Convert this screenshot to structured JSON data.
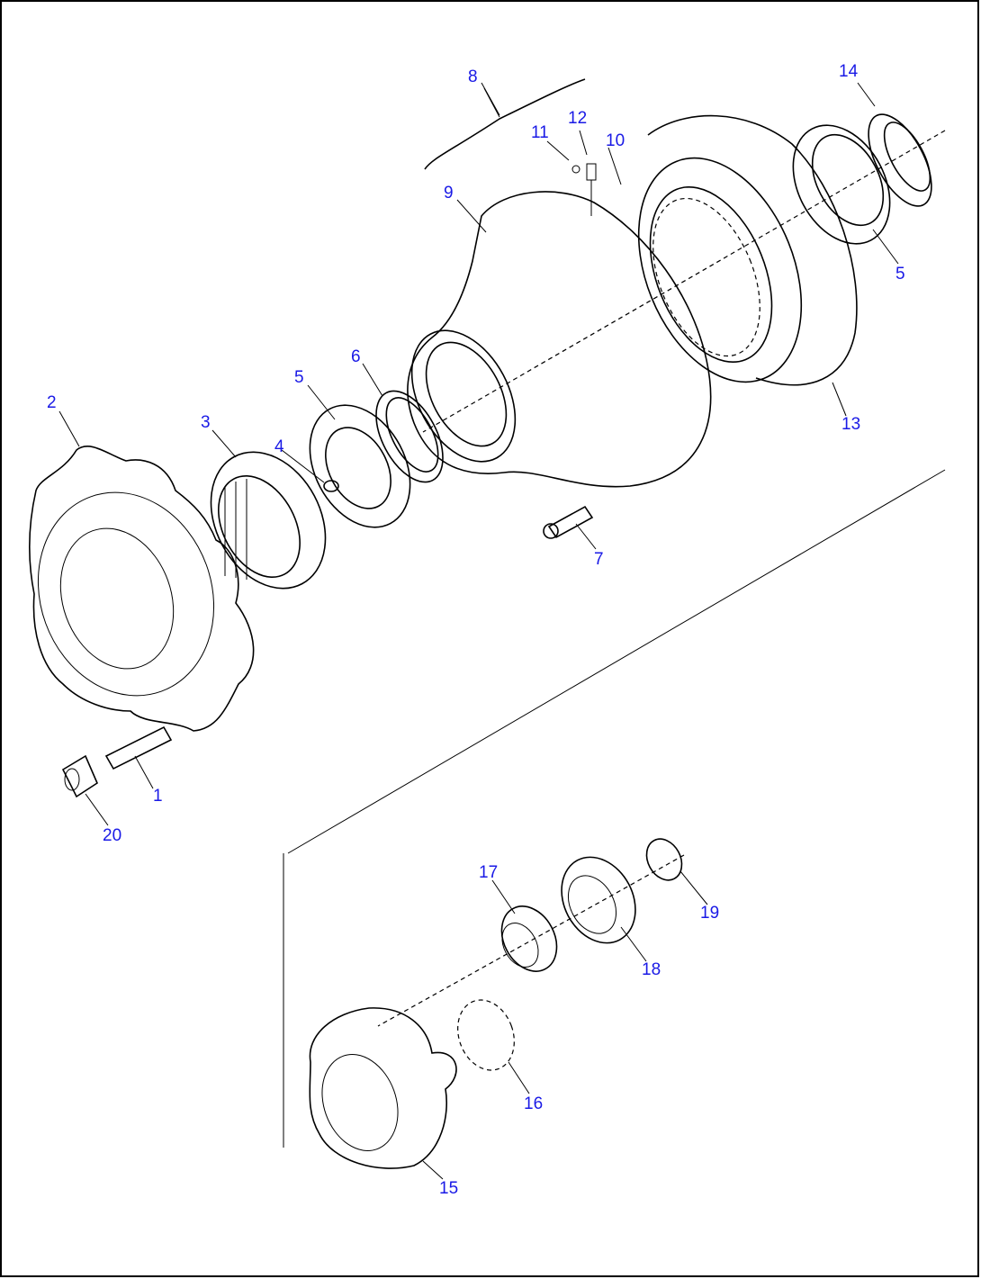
{
  "diagram": {
    "callouts": [
      {
        "id": "c1",
        "text": "1"
      },
      {
        "id": "c2",
        "text": "2"
      },
      {
        "id": "c3",
        "text": "3"
      },
      {
        "id": "c4",
        "text": "4"
      },
      {
        "id": "c5a",
        "text": "5"
      },
      {
        "id": "c5b",
        "text": "5"
      },
      {
        "id": "c6",
        "text": "6"
      },
      {
        "id": "c7",
        "text": "7"
      },
      {
        "id": "c8",
        "text": "8"
      },
      {
        "id": "c9",
        "text": "9"
      },
      {
        "id": "c10",
        "text": "10"
      },
      {
        "id": "c11",
        "text": "11"
      },
      {
        "id": "c12",
        "text": "12"
      },
      {
        "id": "c13",
        "text": "13"
      },
      {
        "id": "c14",
        "text": "14"
      },
      {
        "id": "c15",
        "text": "15"
      },
      {
        "id": "c16",
        "text": "16"
      },
      {
        "id": "c17",
        "text": "17"
      },
      {
        "id": "c18",
        "text": "18"
      },
      {
        "id": "c19",
        "text": "19"
      },
      {
        "id": "c20",
        "text": "20"
      }
    ],
    "colors": {
      "label": "#1a1ae6",
      "line": "#000000",
      "background": "#ffffff"
    }
  }
}
